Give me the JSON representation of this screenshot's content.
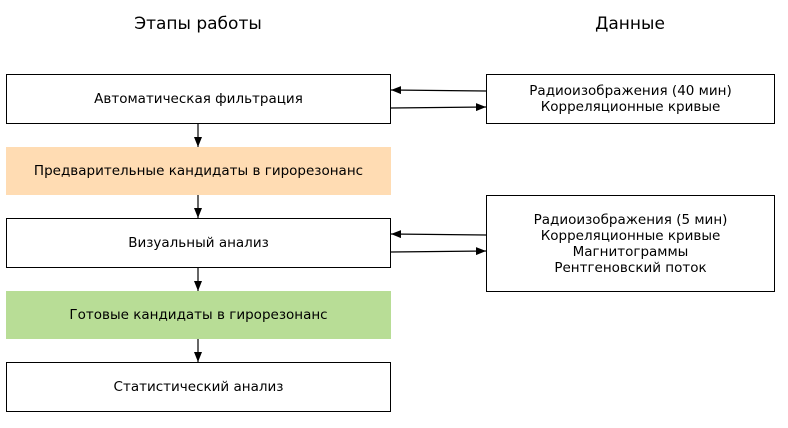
{
  "headers": {
    "stages": "Этапы работы",
    "data": "Данные"
  },
  "stages": {
    "auto_filter": "Автоматическая фильтрация",
    "preliminary_candidates": "Предварительные кандидаты в гирорезонанс",
    "visual_analysis": "Визуальный анализ",
    "final_candidates": "Готовые кандидаты в гирорезонанс",
    "statistical_analysis": "Статистический анализ"
  },
  "data_boxes": {
    "top": {
      "lines": [
        "Радиоизображения (40 мин)",
        "Корреляционные кривые"
      ]
    },
    "bottom": {
      "lines": [
        "Радиоизображения (5 мин)",
        "Корреляционные кривые",
        "Магнитограммы",
        "Рентгеновский поток"
      ]
    }
  },
  "colors": {
    "preliminary_fill": "#ffdcb3",
    "final_fill": "#b8dd96",
    "stroke": "#000000"
  }
}
